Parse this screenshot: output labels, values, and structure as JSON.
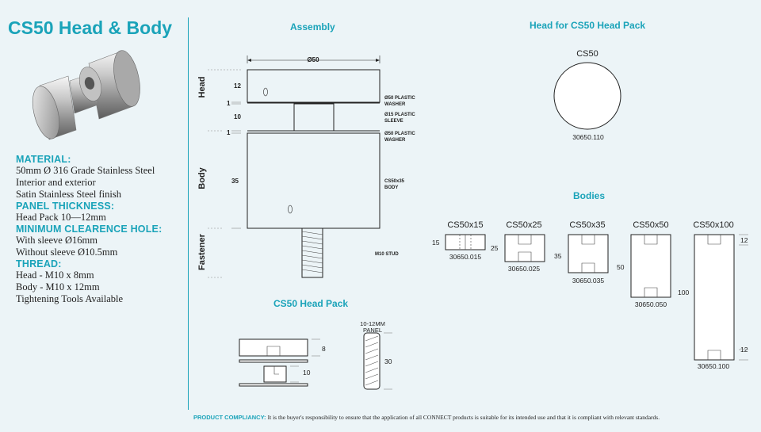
{
  "title": "CS50 Head & Body",
  "specs": [
    {
      "heading": "MATERIAL:",
      "lines": [
        "50mm Ø 316 Grade Stainless Steel",
        "Interior and exterior",
        "Satin Stainless Steel finish"
      ]
    },
    {
      "heading": "PANEL THICKNESS:",
      "lines": [
        "Head Pack 10—12mm"
      ]
    },
    {
      "heading": "MINIMUM CLEARENCE HOLE:",
      "lines": [
        "With sleeve Ø16mm",
        "Without sleeve Ø10.5mm"
      ]
    },
    {
      "heading": "THREAD:",
      "lines": [
        "Head - M10 x 8mm",
        "Body - M10 x 12mm",
        "Tightening Tools Available"
      ]
    }
  ],
  "assembly": {
    "heading": "Assembly",
    "diameter": "Ø50",
    "side_labels": {
      "head": "Head",
      "body": "Body",
      "fastener": "Fastener"
    },
    "dims": {
      "head": "12",
      "washer1": "1",
      "sleeve": "10",
      "washer2": "1",
      "body": "35"
    },
    "callouts": {
      "washer1_a": "Ø50 PLASTIC",
      "washer1_b": "WASHER",
      "sleeve_a": "Ø15 PLASTIC",
      "sleeve_b": "SLEEVE",
      "washer2_a": "Ø50 PLASTIC",
      "washer2_b": "WASHER",
      "body_a": "CS50x35",
      "body_b": "BODY",
      "stud": "M10 STUD"
    }
  },
  "head_pack": {
    "heading": "CS50 Head Pack",
    "dim_head": "8",
    "dim_sleeve": "10",
    "panel_a": "10-12MM",
    "panel_b": "PANEL",
    "panel_dim": "30"
  },
  "head_for_pack": {
    "heading": "Head for CS50 Head Pack",
    "label": "CS50",
    "code": "30650.110"
  },
  "bodies": {
    "heading": "Bodies",
    "items": [
      {
        "label": "CS50x15",
        "code": "30650.015",
        "dim": "15"
      },
      {
        "label": "CS50x25",
        "code": "30650.025",
        "dim": "25"
      },
      {
        "label": "CS50x35",
        "code": "30650.035",
        "dim": "35"
      },
      {
        "label": "CS50x50",
        "code": "30650.050",
        "dim": "50"
      },
      {
        "label": "CS50x100",
        "code": "30650.100",
        "dim": "100",
        "end_dim_top": "12",
        "end_dim_bottom": "12"
      }
    ]
  },
  "footer": {
    "label": "PRODUCT COMPLIANCY:",
    "text": "It is the buyer's responsibility to ensure that the application of all CONNECT products is suitable for its intended use and that it is compliant with relevant standards."
  },
  "colors": {
    "accent": "#1aa3b9",
    "background": "#ecf4f7",
    "line": "#222222"
  }
}
